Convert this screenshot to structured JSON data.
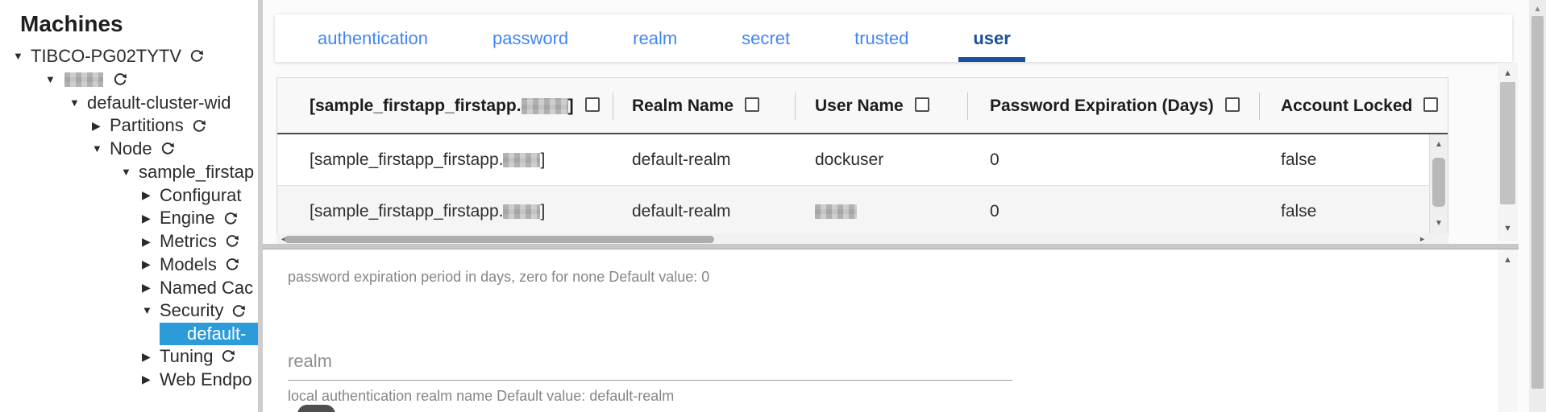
{
  "sidebar": {
    "title": "Machines",
    "items": [
      {
        "label": "TIBCO-PG02TYTV",
        "state": "expanded",
        "has_refresh": true
      },
      {
        "label": "",
        "redacted": true,
        "state": "expanded",
        "has_refresh": true
      },
      {
        "label": "default-cluster-wid",
        "state": "expanded",
        "has_refresh": false
      },
      {
        "label": "Partitions",
        "state": "collapsed",
        "has_refresh": true
      },
      {
        "label": "Node",
        "state": "expanded",
        "has_refresh": true
      },
      {
        "label": "sample_firstap",
        "state": "expanded",
        "has_refresh": false
      },
      {
        "label": "Configurat",
        "state": "collapsed",
        "has_refresh": false
      },
      {
        "label": "Engine",
        "state": "collapsed",
        "has_refresh": true
      },
      {
        "label": "Metrics",
        "state": "collapsed",
        "has_refresh": true
      },
      {
        "label": "Models",
        "state": "collapsed",
        "has_refresh": true
      },
      {
        "label": "Named Cac",
        "state": "collapsed",
        "has_refresh": false
      },
      {
        "label": "Security",
        "state": "expanded",
        "has_refresh": true
      },
      {
        "label": "default-",
        "selected": true
      },
      {
        "label": "Tuning",
        "state": "collapsed",
        "has_refresh": true
      },
      {
        "label": "Web Endpo",
        "state": "collapsed",
        "has_refresh": false
      }
    ]
  },
  "tabs": {
    "items": [
      "authentication",
      "password",
      "realm",
      "secret",
      "trusted",
      "user"
    ],
    "active": "user"
  },
  "table": {
    "columns": [
      {
        "label_prefix": "[sample_firstapp_firstapp.",
        "redacted": true,
        "label_suffix": "]"
      },
      {
        "label": "Realm Name"
      },
      {
        "label": "User Name"
      },
      {
        "label": "Password Expiration (Days)"
      },
      {
        "label": "Account Locked"
      }
    ],
    "rows": [
      {
        "app_prefix": "[sample_firstapp_firstapp.",
        "app_redacted": true,
        "app_suffix": "]",
        "realm": "default-realm",
        "user": "dockuser",
        "password_expiration_days": "0",
        "account_locked": "false"
      },
      {
        "app_prefix": "[sample_firstapp_firstapp.",
        "app_redacted": true,
        "app_suffix": "]",
        "realm": "default-realm",
        "user_redacted": true,
        "user": "",
        "password_expiration_days": "0",
        "account_locked": "false"
      }
    ]
  },
  "details": {
    "password_help": "password expiration period in days, zero for none Default value: 0",
    "realm_label": "realm",
    "realm_help": "local authentication realm name Default value: default-realm"
  },
  "colors": {
    "tree_selected_bg": "#2b9cd9",
    "tab_inactive_text": "#4285f4",
    "tab_active_text": "#1a4f9c",
    "tab_active_underline": "#1a4f9c"
  }
}
